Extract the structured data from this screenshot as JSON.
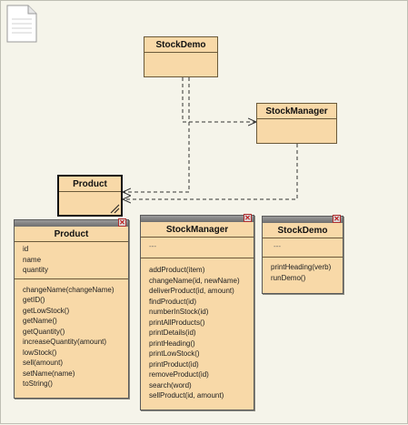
{
  "diagram": {
    "boxes": {
      "stockdemo": {
        "title": "StockDemo"
      },
      "stockmanager": {
        "title": "StockManager"
      },
      "product": {
        "title": "Product"
      }
    }
  },
  "windows": {
    "product": {
      "title": "Product",
      "fields": [
        "id",
        "name",
        "quantity"
      ],
      "methods": [
        "changeName(changeName)",
        "getID()",
        "getLowStock()",
        "getName()",
        "getQuantity()",
        "increaseQuantity(amount)",
        "lowStock()",
        "sell(amount)",
        "setName(name)",
        "toString()"
      ]
    },
    "stockmanager": {
      "title": "StockManager",
      "fields_placeholder": "---",
      "methods": [
        "addProduct(item)",
        "changeName(id, newName)",
        "deliverProduct(id, amount)",
        "findProduct(id)",
        "numberInStock(id)",
        "printAllProducts()",
        "printDetails(id)",
        "printHeading()",
        "printLowStock()",
        "printProduct(id)",
        "removeProduct(id)",
        "search(word)",
        "sellProduct(id, amount)"
      ]
    },
    "stockdemo": {
      "title": "StockDemo",
      "fields_placeholder": "---",
      "methods": [
        "printHeading(verb)",
        "runDemo()"
      ]
    }
  }
}
